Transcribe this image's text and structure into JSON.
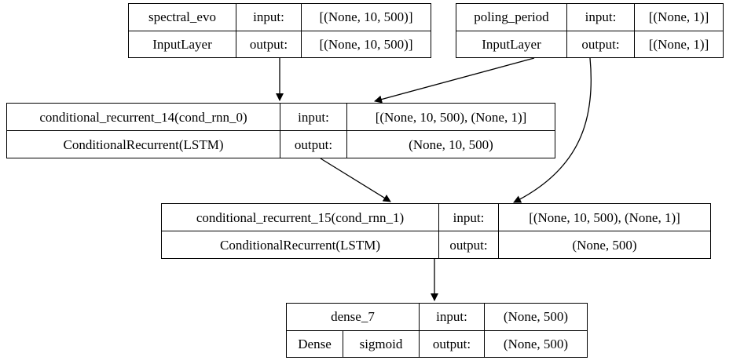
{
  "nodes": {
    "spectral_evo": {
      "name": "spectral_evo",
      "type": "InputLayer",
      "input_label": "input:",
      "input_value": "[(None, 10, 500)]",
      "output_label": "output:",
      "output_value": "[(None, 10, 500)]"
    },
    "poling_period": {
      "name": "poling_period",
      "type": "InputLayer",
      "input_label": "input:",
      "input_value": "[(None, 1)]",
      "output_label": "output:",
      "output_value": "[(None, 1)]"
    },
    "rnn_0": {
      "name": "conditional_recurrent_14(cond_rnn_0)",
      "type": "ConditionalRecurrent(LSTM)",
      "input_label": "input:",
      "input_value": "[(None, 10, 500), (None, 1)]",
      "output_label": "output:",
      "output_value": "(None, 10, 500)"
    },
    "rnn_1": {
      "name": "conditional_recurrent_15(cond_rnn_1)",
      "type": "ConditionalRecurrent(LSTM)",
      "input_label": "input:",
      "input_value": "[(None, 10, 500), (None, 1)]",
      "output_label": "output:",
      "output_value": "(None, 500)"
    },
    "dense": {
      "name": "dense_7",
      "type": "Dense",
      "activation": "sigmoid",
      "input_label": "input:",
      "input_value": "(None, 500)",
      "output_label": "output:",
      "output_value": "(None, 500)"
    }
  },
  "edges": [
    {
      "from": "spectral_evo",
      "to": "rnn_0"
    },
    {
      "from": "poling_period",
      "to": "rnn_0"
    },
    {
      "from": "poling_period",
      "to": "rnn_1"
    },
    {
      "from": "rnn_0",
      "to": "rnn_1"
    },
    {
      "from": "rnn_1",
      "to": "dense"
    }
  ]
}
